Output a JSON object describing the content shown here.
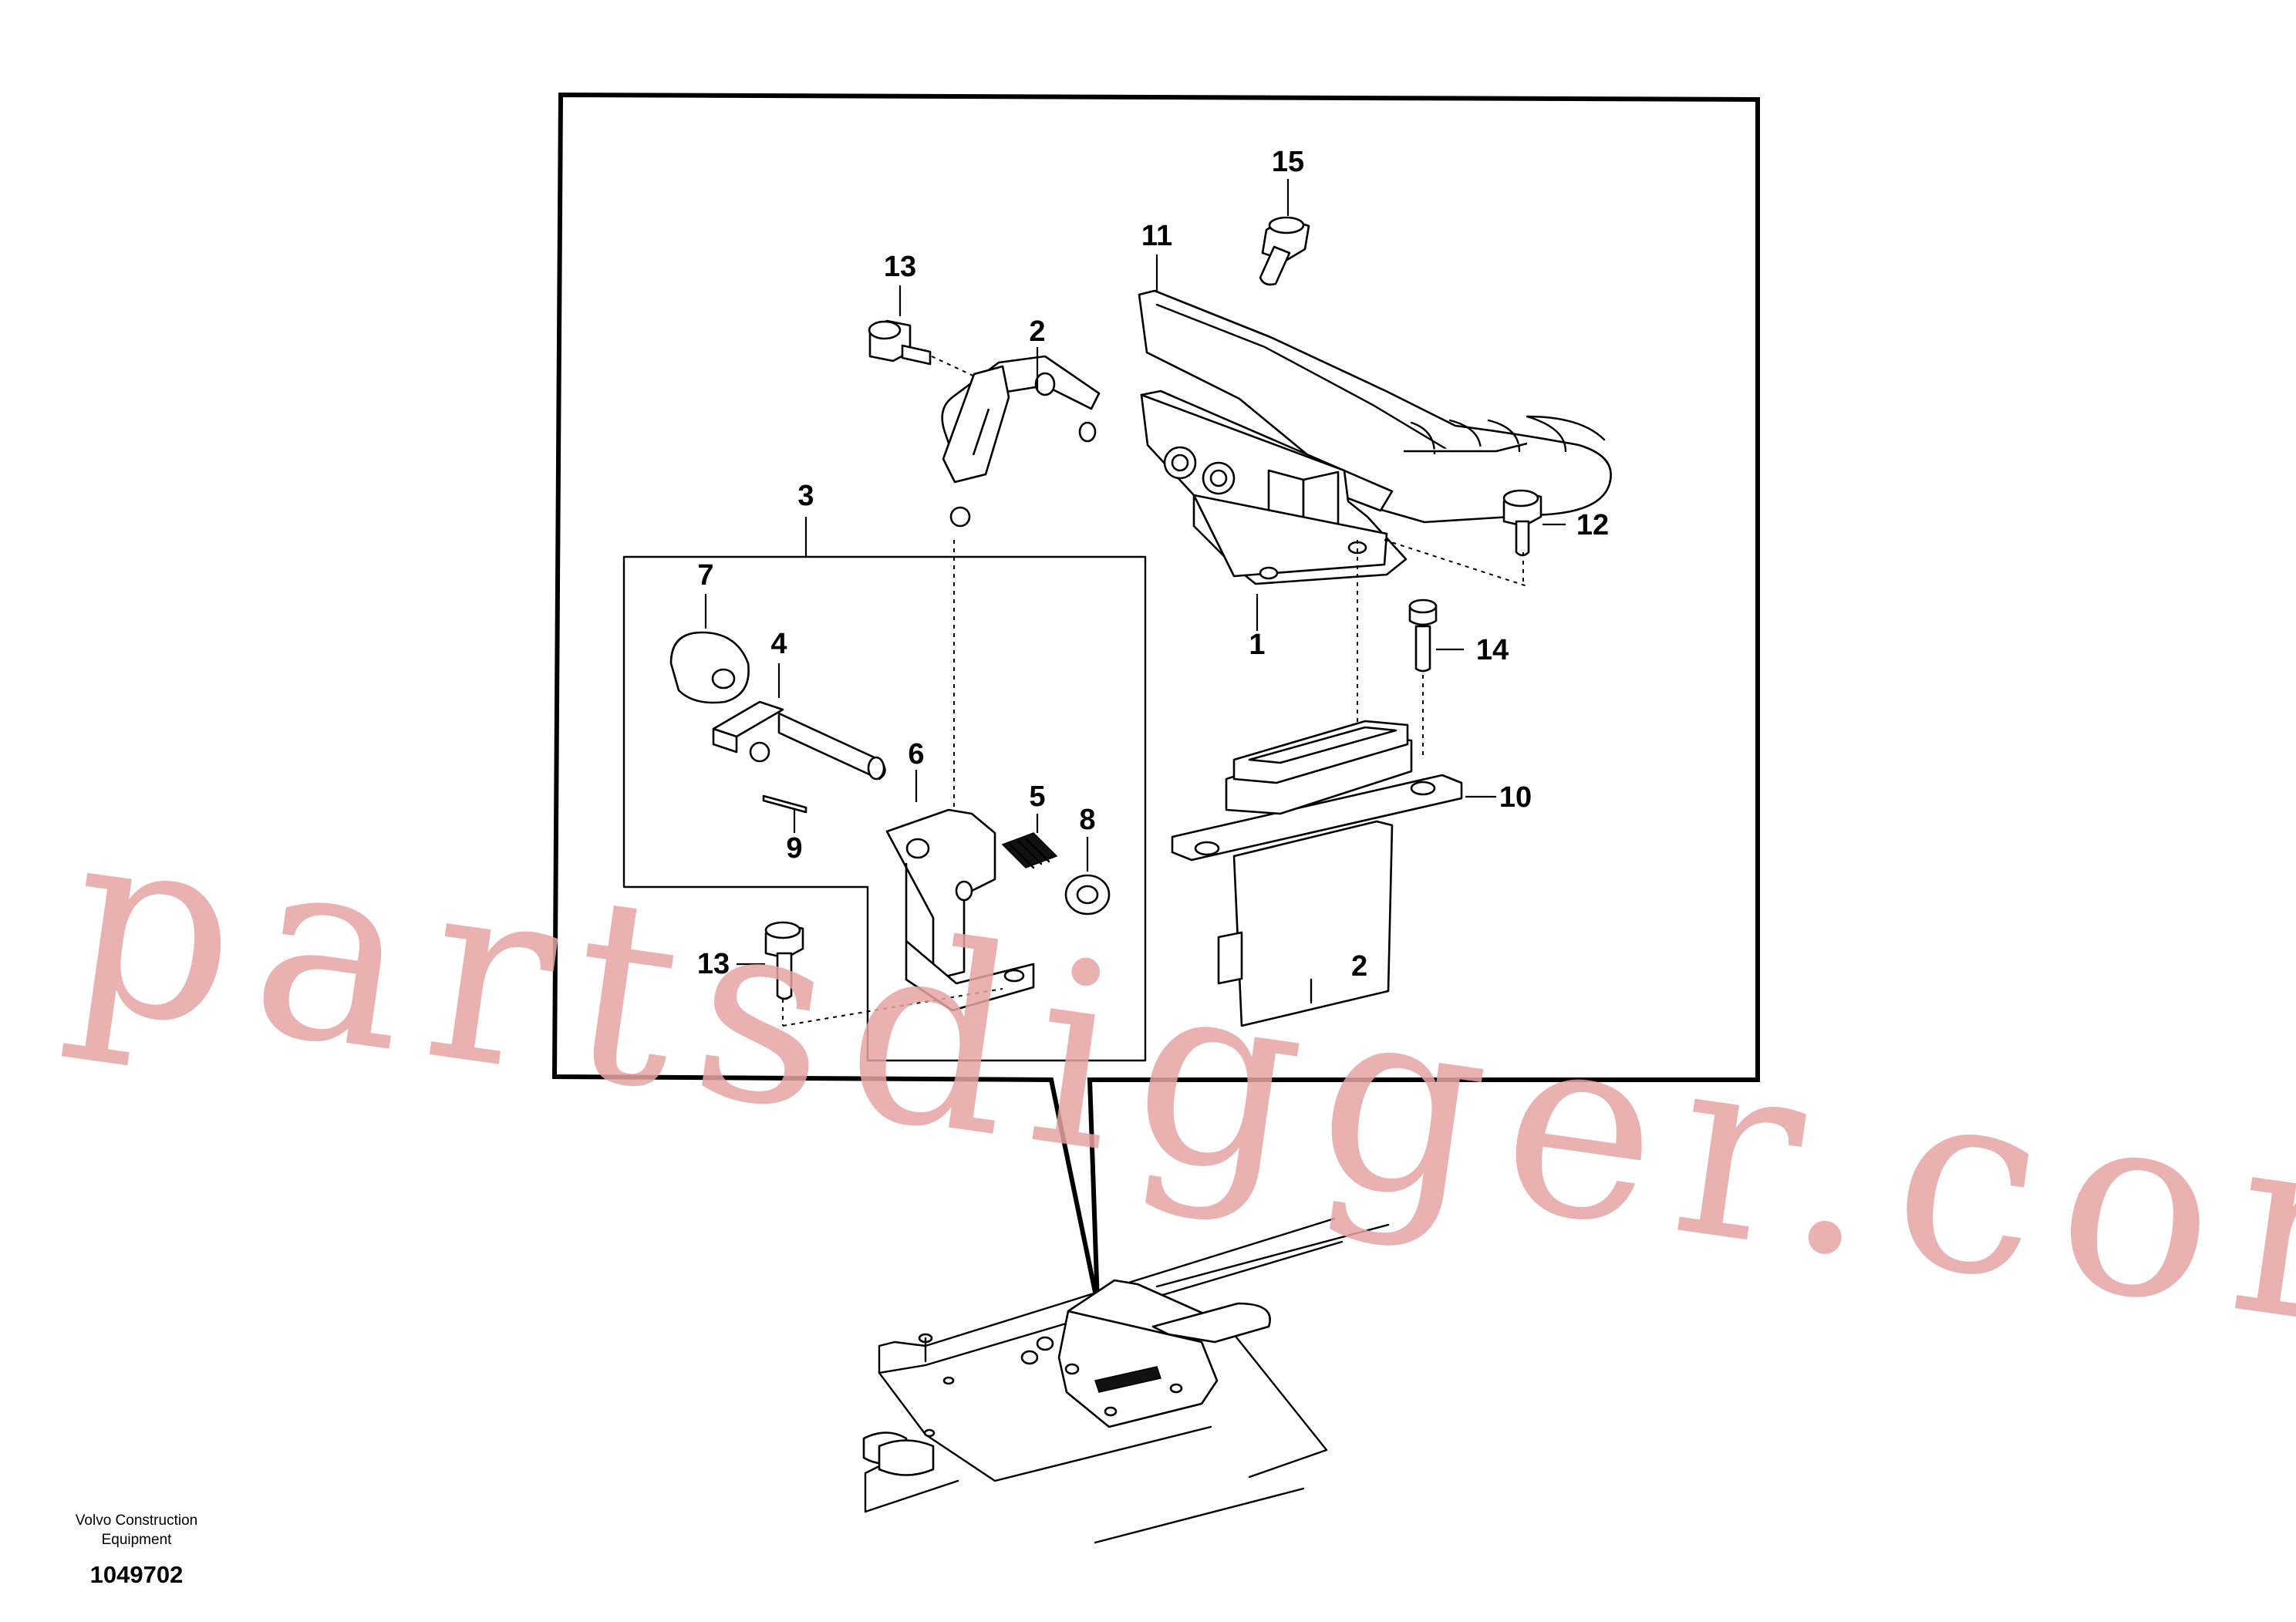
{
  "diagram": {
    "callouts": [
      "1",
      "2",
      "3",
      "4",
      "5",
      "6",
      "7",
      "8",
      "9",
      "10",
      "11",
      "12",
      "13",
      "14",
      "15",
      "13"
    ],
    "caption": {
      "brand_line1": "Volvo Construction",
      "brand_line2": "Equipment",
      "document_number": "1049702"
    },
    "watermark": "partsdigger.com",
    "colors": {
      "line": "#000000",
      "watermark": "#e6a3a3",
      "background": "#ffffff"
    }
  }
}
